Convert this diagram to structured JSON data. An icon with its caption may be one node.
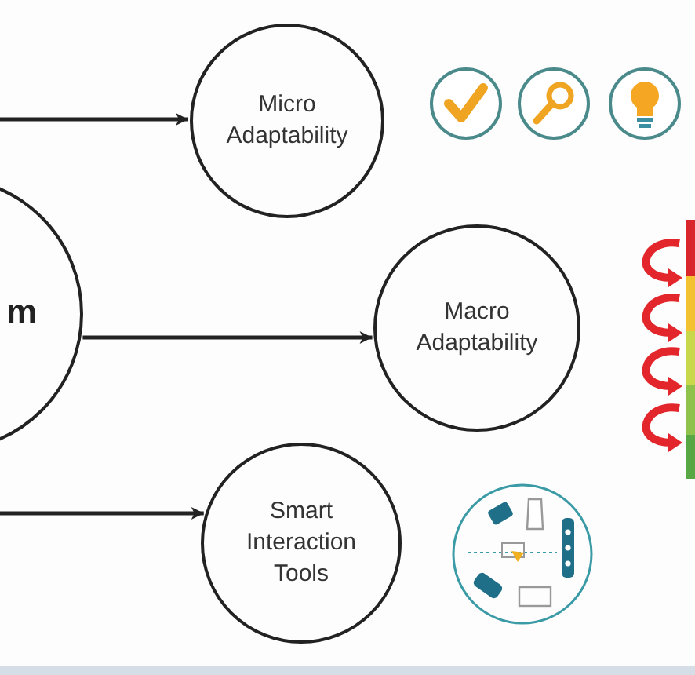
{
  "diagram": {
    "nodes": [
      {
        "text": [
          "m"
        ]
      },
      {
        "text": [
          "Micro Adaptability"
        ]
      },
      {
        "text": [
          "Macro Adaptability"
        ]
      },
      {
        "text": [
          "Smart Interaction Tools"
        ]
      }
    ],
    "edges": [
      {
        "from": null,
        "to": 1,
        "arrow": "to"
      },
      {
        "from": 0,
        "to": 2,
        "arrow": "to"
      },
      {
        "from": null,
        "to": 3,
        "arrow": "to"
      }
    ]
  }
}
